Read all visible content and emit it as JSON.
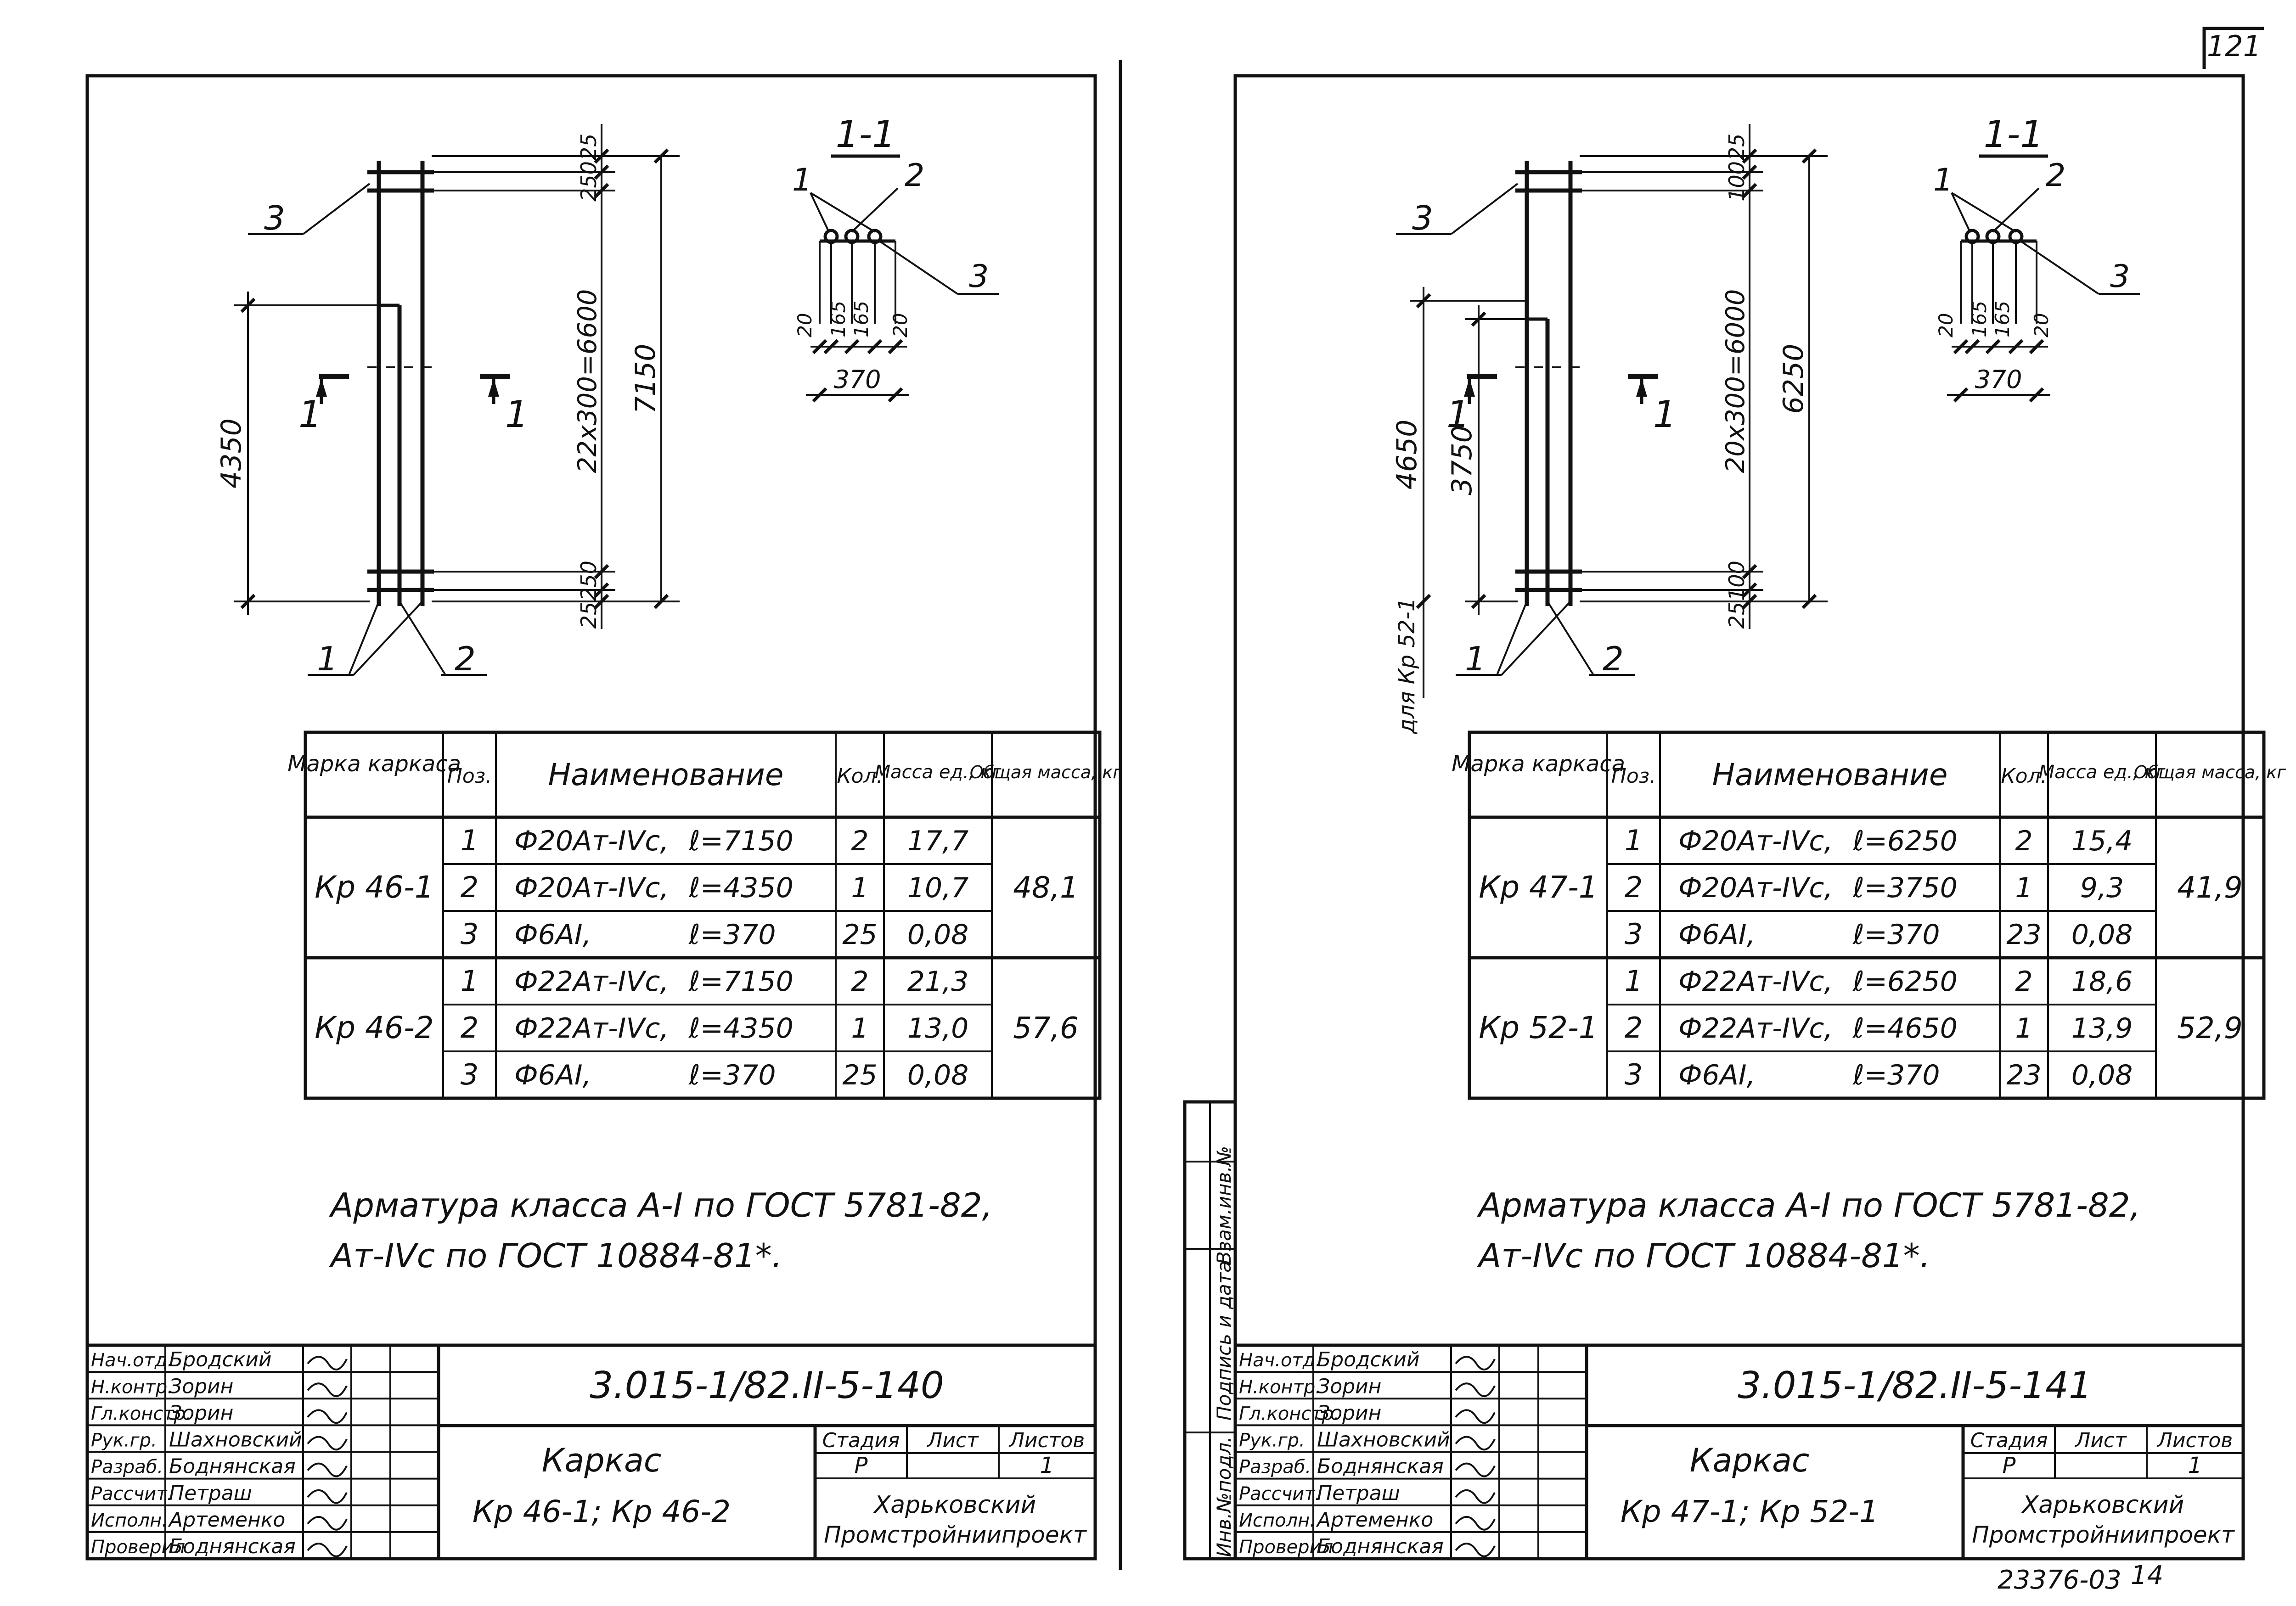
{
  "page_number": "121",
  "bottom_code": "23376-03",
  "bottom_mark": "14",
  "sheets": [
    {
      "section_label": "1-1",
      "dims": {
        "top": "25",
        "top_step": "250",
        "total_height": "7150",
        "spacing": "22x300=6600",
        "bottom_step": "250",
        "bottom": "25",
        "left_height": "4350",
        "sec_left": "20",
        "sec_mid1": "165",
        "sec_mid2": "165",
        "sec_right": "20",
        "sec_width": "370"
      },
      "section_cut_left": "1",
      "section_cut_right": "1",
      "callouts": {
        "c1": "1",
        "c2": "2",
        "c3": "3",
        "s1": "1",
        "s2": "2",
        "s3": "3"
      },
      "spec_table": {
        "headers": {
          "mark": "Марка каркаса",
          "pos": "Поз.",
          "name": "Наименование",
          "qty": "Кол.",
          "mass_unit": "Масса ед., кг",
          "mass_total": "Общая масса, кг"
        },
        "groups": [
          {
            "mark": "Кр 46-1",
            "total": "48,1",
            "rows": [
              {
                "pos": "1",
                "name": "Ф20Ат-IVс,",
                "len": "ℓ=7150",
                "qty": "2",
                "mass": "17,7"
              },
              {
                "pos": "2",
                "name": "Ф20Ат-IVс,",
                "len": "ℓ=4350",
                "qty": "1",
                "mass": "10,7"
              },
              {
                "pos": "3",
                "name": "Ф6АI,",
                "len": "ℓ=370",
                "qty": "25",
                "mass": "0,08"
              }
            ]
          },
          {
            "mark": "Кр 46-2",
            "total": "57,6",
            "rows": [
              {
                "pos": "1",
                "name": "Ф22Ат-IVс,",
                "len": "ℓ=7150",
                "qty": "2",
                "mass": "21,3"
              },
              {
                "pos": "2",
                "name": "Ф22Ат-IVс,",
                "len": "ℓ=4350",
                "qty": "1",
                "mass": "13,0"
              },
              {
                "pos": "3",
                "name": "Ф6АI,",
                "len": "ℓ=370",
                "qty": "25",
                "mass": "0,08"
              }
            ]
          }
        ]
      },
      "note": [
        "Арматура класса А-I по ГОСТ 5781-82,",
        "Ат-IVс по ГОСТ 10884-81*."
      ],
      "title_block": {
        "staff": [
          {
            "role": "Нач.отд.",
            "name": "Бродский"
          },
          {
            "role": "Н.контр.",
            "name": "Зорин"
          },
          {
            "role": "Гл.констр.",
            "name": "Зорин"
          },
          {
            "role": "Рук.гр.",
            "name": "Шахновский"
          },
          {
            "role": "Разраб.",
            "name": "Боднянская"
          },
          {
            "role": "Рассчит.",
            "name": "Петраш"
          },
          {
            "role": "Исполн.",
            "name": "Артеменко"
          },
          {
            "role": "Проверил",
            "name": "Боднянская"
          }
        ],
        "code": "3.015-1/82.II-5-140",
        "title1": "Каркас",
        "title2": "Кр 46-1; Кр 46-2",
        "stage_label": "Стадия",
        "sheet_label": "Лист",
        "sheets_label": "Листов",
        "stage": "Р",
        "sheet": "",
        "sheets": "1",
        "org1": "Харьковский",
        "org2": "Промстройниипроект"
      }
    },
    {
      "section_label": "1-1",
      "dims": {
        "top": "25",
        "top_step": "100",
        "total_height": "6250",
        "spacing": "20x300=6000",
        "bottom_step": "100",
        "bottom": "25",
        "left_height": "3750",
        "left_height2": "4650",
        "for_label": "для Кр 52-1",
        "sec_left": "20",
        "sec_mid1": "165",
        "sec_mid2": "165",
        "sec_right": "20",
        "sec_width": "370"
      },
      "section_cut_left": "1",
      "section_cut_right": "1",
      "callouts": {
        "c1": "1",
        "c2": "2",
        "c3": "3",
        "s1": "1",
        "s2": "2",
        "s3": "3"
      },
      "spec_table": {
        "headers": {
          "mark": "Марка каркаса",
          "pos": "Поз.",
          "name": "Наименование",
          "qty": "Кол.",
          "mass_unit": "Масса ед., кг",
          "mass_total": "Общая масса, кг"
        },
        "groups": [
          {
            "mark": "Кр 47-1",
            "total": "41,9",
            "rows": [
              {
                "pos": "1",
                "name": "Ф20Ат-IVс,",
                "len": "ℓ=6250",
                "qty": "2",
                "mass": "15,4"
              },
              {
                "pos": "2",
                "name": "Ф20Ат-IVс,",
                "len": "ℓ=3750",
                "qty": "1",
                "mass": "9,3"
              },
              {
                "pos": "3",
                "name": "Ф6АI,",
                "len": "ℓ=370",
                "qty": "23",
                "mass": "0,08"
              }
            ]
          },
          {
            "mark": "Кр 52-1",
            "total": "52,9",
            "rows": [
              {
                "pos": "1",
                "name": "Ф22Ат-IVс,",
                "len": "ℓ=6250",
                "qty": "2",
                "mass": "18,6"
              },
              {
                "pos": "2",
                "name": "Ф22Ат-IVс,",
                "len": "ℓ=4650",
                "qty": "1",
                "mass": "13,9"
              },
              {
                "pos": "3",
                "name": "Ф6АI,",
                "len": "ℓ=370",
                "qty": "23",
                "mass": "0,08"
              }
            ]
          }
        ]
      },
      "note": [
        "Арматура класса А-I по ГОСТ 5781-82,",
        "Ат-IVс по ГОСТ 10884-81*."
      ],
      "side_stamp": [
        "Инв.№подл.",
        "Подпись и дата",
        "Взам.инв.№"
      ],
      "title_block": {
        "staff": [
          {
            "role": "Нач.отд.",
            "name": "Бродский"
          },
          {
            "role": "Н.контр.",
            "name": "Зорин"
          },
          {
            "role": "Гл.констр.",
            "name": "Зорин"
          },
          {
            "role": "Рук.гр.",
            "name": "Шахновский"
          },
          {
            "role": "Разраб.",
            "name": "Боднянская"
          },
          {
            "role": "Рассчит.",
            "name": "Петраш"
          },
          {
            "role": "Исполн.",
            "name": "Артеменко"
          },
          {
            "role": "Проверил",
            "name": "Боднянская"
          }
        ],
        "code": "3.015-1/82.II-5-141",
        "title1": "Каркас",
        "title2": "Кр 47-1; Кр 52-1",
        "stage_label": "Стадия",
        "sheet_label": "Лист",
        "sheets_label": "Листов",
        "stage": "Р",
        "sheet": "",
        "sheets": "1",
        "org1": "Харьковский",
        "org2": "Промстройниипроект"
      }
    }
  ]
}
